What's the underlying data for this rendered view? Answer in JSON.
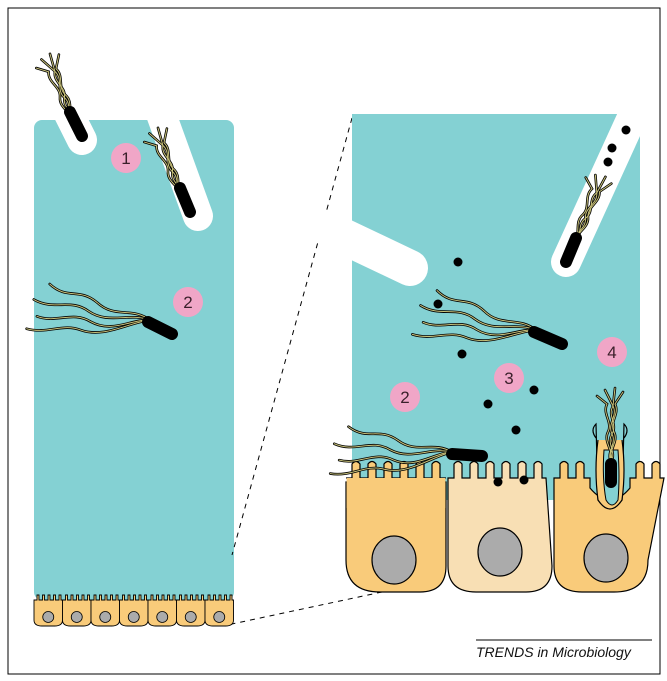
{
  "colors": {
    "mucus": "#84d1d3",
    "cell_orange": "#f9cb7a",
    "cell_pale": "#f8dfb4",
    "nucleus": "#ababab",
    "marker": "#f0a6c7",
    "bacterium": "#000000",
    "flagellum": "#6f6a2a"
  },
  "markers": {
    "m1": "1",
    "m2_left": "2",
    "m2_right": "2",
    "m3": "3",
    "m4": "4"
  },
  "credit": "TRENDS in Microbiology"
}
